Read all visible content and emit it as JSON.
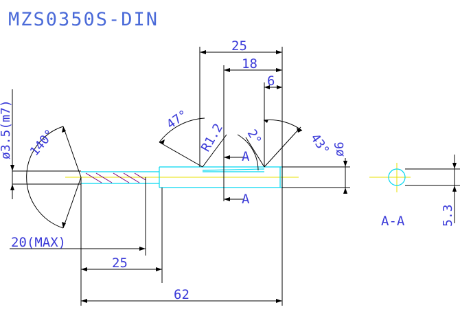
{
  "title": "MZS0350S-DIN",
  "dimensions": {
    "overall_length": "62",
    "flute_length": "25",
    "neck_length": "18",
    "tip_length": "6",
    "shank_dia": "ø6",
    "tip_dia": "ø3.5(m7)",
    "point_angle": "140°",
    "helix_angle": "47°",
    "radius": "R1.2",
    "relief_angle": "2°",
    "taper_angle": "43°",
    "max_depth": "20(MAX)",
    "lower_flute": "25",
    "section_depth": "5.3"
  },
  "section": {
    "cut_label_top": "A",
    "cut_label_bottom": "A",
    "view_label": "A-A"
  },
  "colors": {
    "line": "#000000",
    "text": "#3a3ad8",
    "cyan": "#00d8f0",
    "yellow": "#e8e000",
    "hatch": "#7a007a",
    "title": "#4a6ad8"
  }
}
